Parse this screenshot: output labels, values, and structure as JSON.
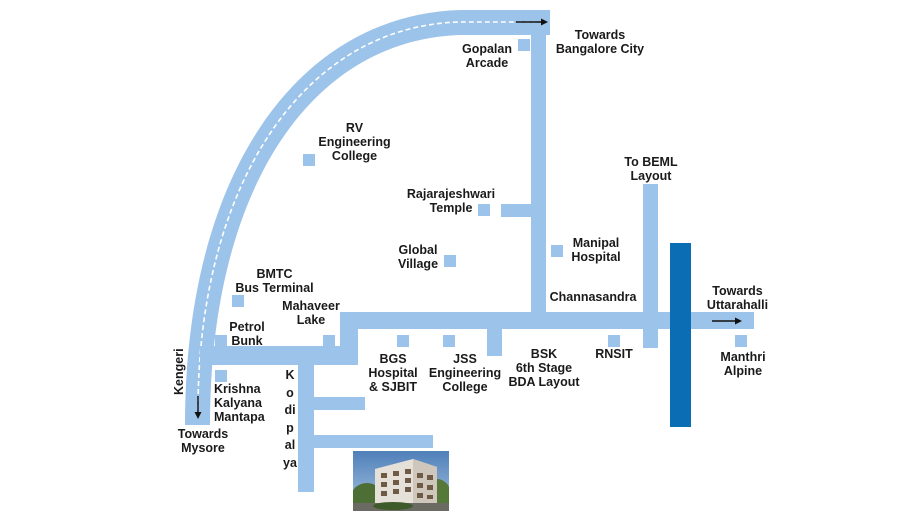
{
  "colors": {
    "road": "#9cc3e9",
    "rail": "#0b6db4",
    "label": "#1a1a1a"
  },
  "labels": {
    "towards_bangalore": "Towards\nBangalore City",
    "gopalan": "Gopalan\nArcade",
    "rv_college": "RV\nEngineering\nCollege",
    "rajarajeshwari": "Rajarajeshwari\nTemple",
    "global_village": "Global\nVillage",
    "manipal": "Manipal\nHospital",
    "to_beml": "To BEML\nLayout",
    "channasandra": "Channasandra",
    "towards_uttarahalli": "Towards\nUttarahalli",
    "bmtc": "BMTC\nBus Terminal",
    "mahaveer": "Mahaveer\nLake",
    "petrol": "Petrol\nBunk",
    "kengeri": "Kengeri",
    "bgs": "BGS\nHospital\n& SJBIT",
    "jss": "JSS\nEngineering\nCollege",
    "bsk": "BSK\n6th Stage\nBDA Layout",
    "rnsit": "RNSIT",
    "manthri": "Manthri\nAlpine",
    "krishna": "Krishna\nKalyana\nMantapa",
    "kodipalya": "Kodipalya",
    "towards_mysore": "Towards\nMysore"
  },
  "icons": {
    "arrow_right": "arrow-right-icon",
    "arrow_down": "arrow-down-icon",
    "landmark": "landmark-square-icon",
    "photo": "building-photo"
  }
}
